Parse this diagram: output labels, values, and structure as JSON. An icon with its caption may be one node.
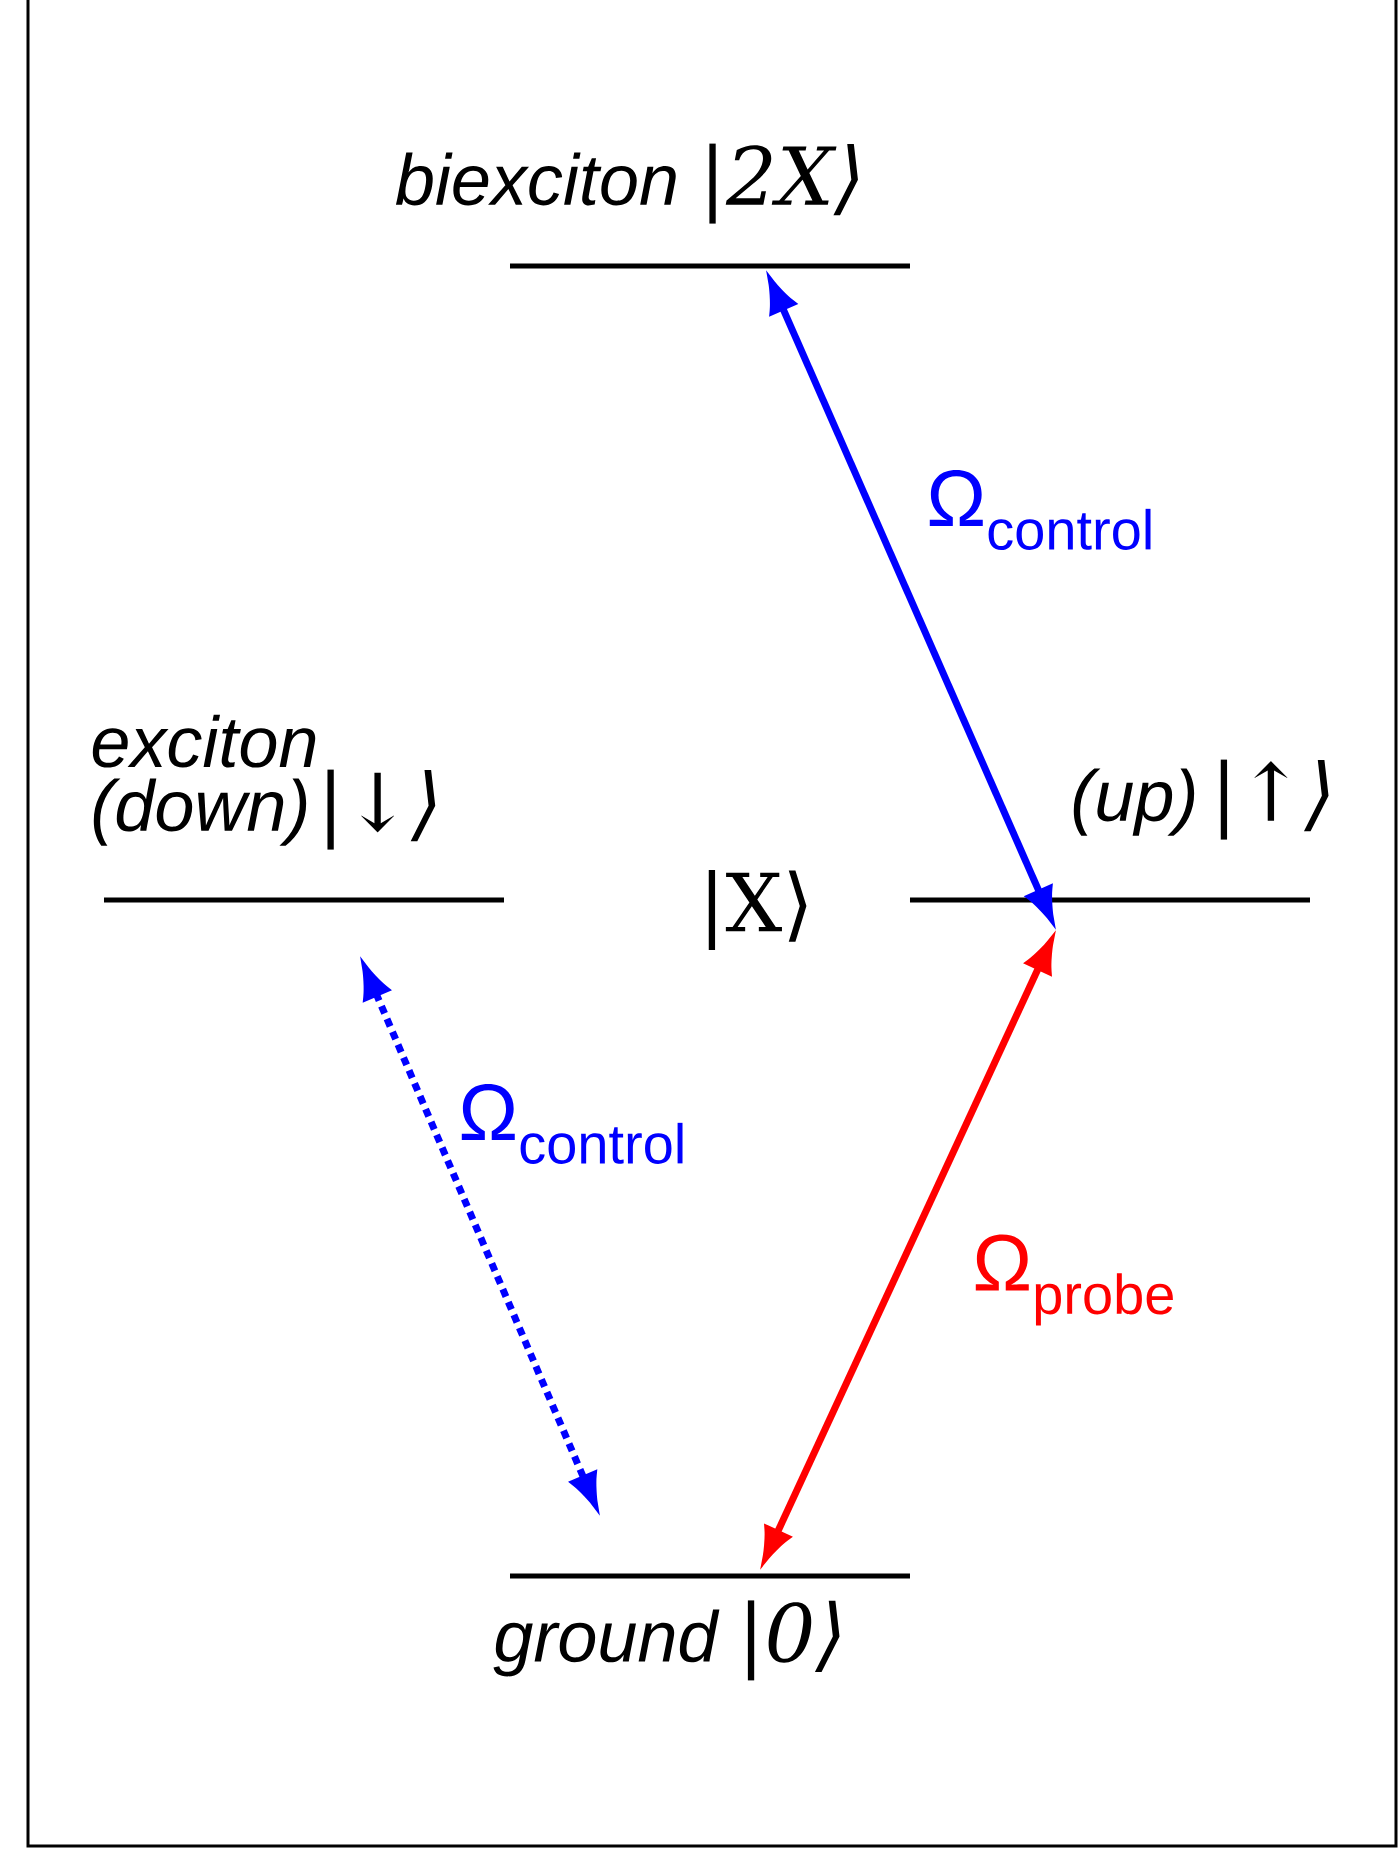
{
  "diagram": {
    "nodes": [
      {
        "text": [
          "biexciton",
          "|2X⟩"
        ]
      },
      {
        "text": [
          "exciton (down)",
          "|↓⟩"
        ]
      },
      {
        "text": [
          "(up)",
          "|↑⟩"
        ]
      },
      {
        "text": [
          "ground",
          "|0⟩"
        ]
      }
    ],
    "edges": [
      {
        "from": 0,
        "to": 2,
        "arrow": "both",
        "label": "Ω$_{control}$",
        "color": "#0000ff"
      },
      {
        "from": 1,
        "to": 3,
        "arrow": "both",
        "label": "Ω$_{control}$",
        "style": "dashed",
        "color": "#0000ff"
      },
      {
        "from": 2,
        "to": 3,
        "arrow": "both",
        "label": "Ω$_{probe}$",
        "color": "#ff0000"
      }
    ],
    "labels": [
      "|X⟩"
    ]
  }
}
